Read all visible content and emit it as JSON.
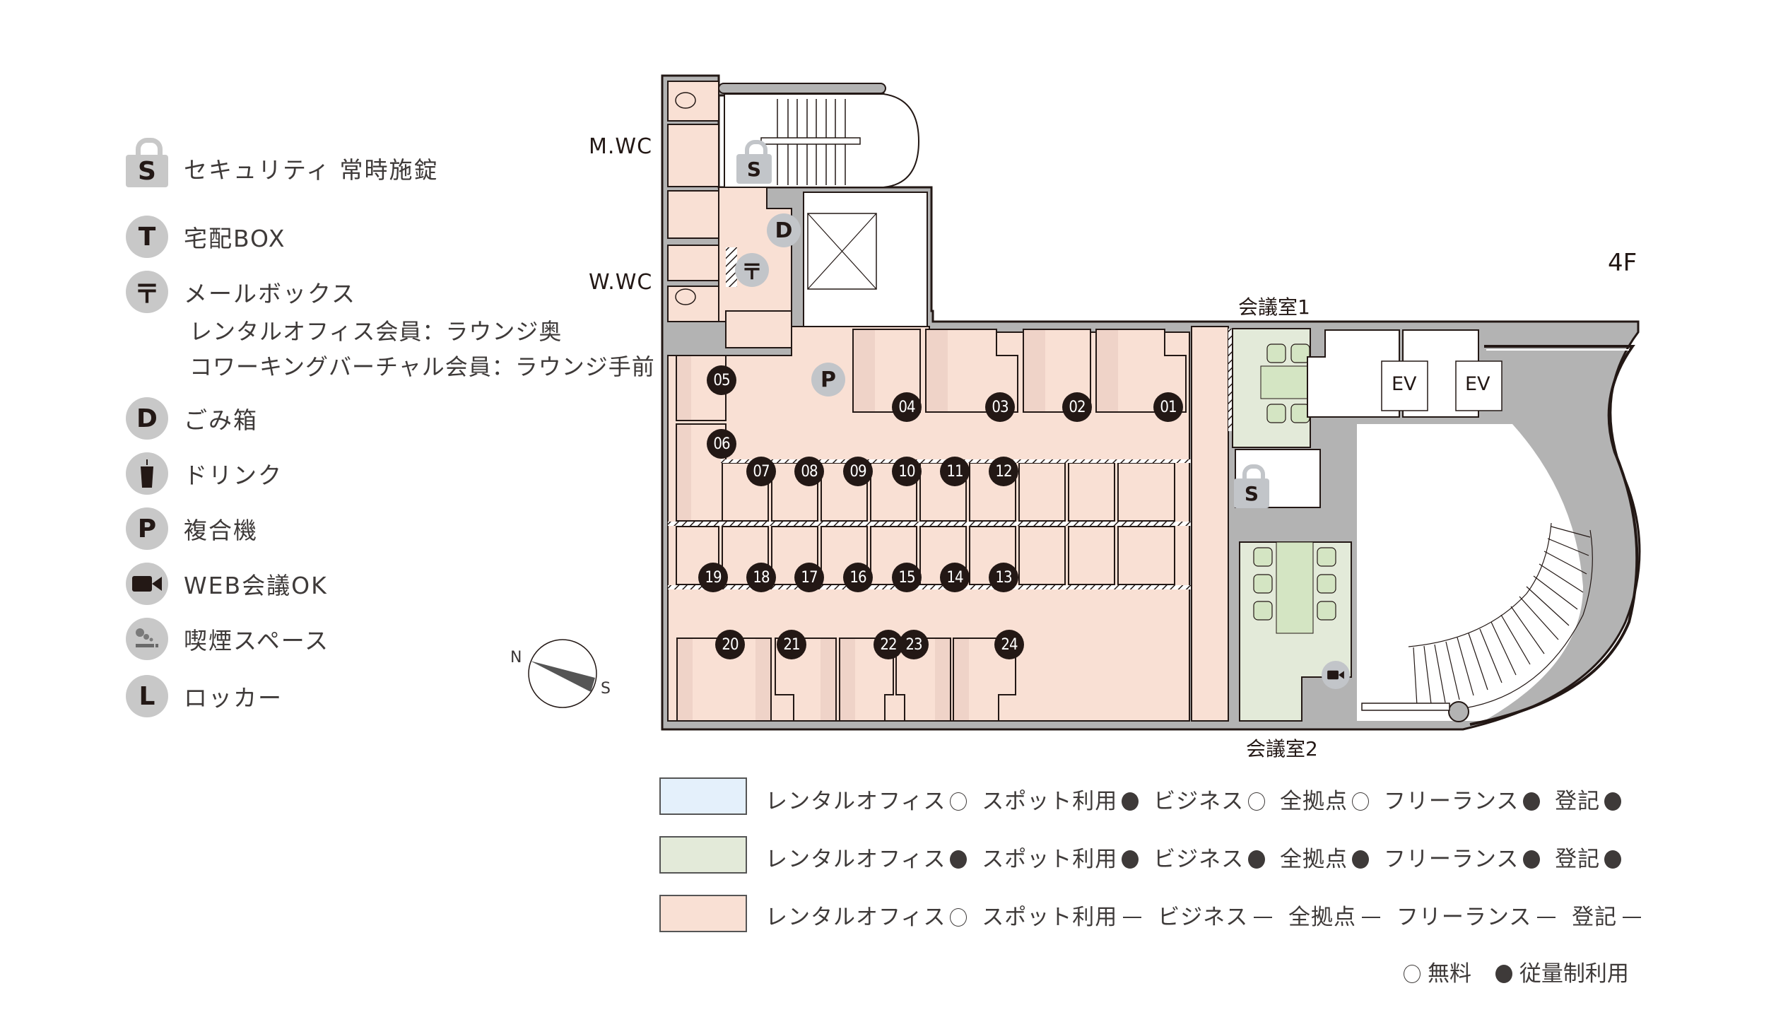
{
  "floor_label": "4F",
  "legend": {
    "items": [
      {
        "icon": "lock-s-icon",
        "glyph": "S",
        "label": "セキュリティ 常時施錠"
      },
      {
        "icon": "delivery-box-icon",
        "glyph": "T",
        "label": "宅配BOX"
      },
      {
        "icon": "mailbox-icon",
        "glyph": "〒",
        "label": "メールボックス",
        "sub": [
          "レンタルオフィス会員：ラウンジ奥",
          "コワーキングバーチャル会員：ラウンジ手前"
        ]
      },
      {
        "icon": "trash-icon",
        "glyph": "D",
        "label": "ごみ箱"
      },
      {
        "icon": "drink-icon",
        "glyph": "cup",
        "label": "ドリンク"
      },
      {
        "icon": "printer-icon",
        "glyph": "P",
        "label": "複合機"
      },
      {
        "icon": "video-camera-icon",
        "glyph": "cam",
        "label": "WEB会議OK"
      },
      {
        "icon": "smoking-icon",
        "glyph": "smoke",
        "label": "喫煙スペース"
      },
      {
        "icon": "locker-icon",
        "glyph": "L",
        "label": "ロッカー"
      }
    ]
  },
  "compass": {
    "north": "N",
    "south": "S"
  },
  "plan": {
    "labels": {
      "mens_wc": "M.WC",
      "womens_wc": "W.WC",
      "meeting_room_1": "会議室1",
      "meeting_room_2": "会議室2",
      "elevator": "EV"
    },
    "booths": [
      "01",
      "02",
      "03",
      "04",
      "05",
      "06",
      "07",
      "08",
      "09",
      "10",
      "11",
      "12",
      "13",
      "14",
      "15",
      "16",
      "17",
      "18",
      "19",
      "20",
      "21",
      "22",
      "23",
      "24"
    ],
    "markers": {
      "security": "S",
      "trash": "D",
      "mailbox": "〒",
      "printer": "P"
    }
  },
  "usage_legend": {
    "rows": [
      {
        "color": "#e4f0fb",
        "items": [
          {
            "label": "レンタルオフィス",
            "mark": "free"
          },
          {
            "label": "スポット利用",
            "mark": "paid"
          },
          {
            "label": "ビジネス",
            "mark": "free"
          },
          {
            "label": "全拠点",
            "mark": "free"
          },
          {
            "label": "フリーランス",
            "mark": "paid"
          },
          {
            "label": "登記",
            "mark": "paid"
          }
        ]
      },
      {
        "color": "#e3ead9",
        "items": [
          {
            "label": "レンタルオフィス",
            "mark": "paid"
          },
          {
            "label": "スポット利用",
            "mark": "paid"
          },
          {
            "label": "ビジネス",
            "mark": "paid"
          },
          {
            "label": "全拠点",
            "mark": "paid"
          },
          {
            "label": "フリーランス",
            "mark": "paid"
          },
          {
            "label": "登記",
            "mark": "paid"
          }
        ]
      },
      {
        "color": "#f9e0d4",
        "items": [
          {
            "label": "レンタルオフィス",
            "mark": "free"
          },
          {
            "label": "スポット利用",
            "mark": "none"
          },
          {
            "label": "ビジネス",
            "mark": "none"
          },
          {
            "label": "全拠点",
            "mark": "none"
          },
          {
            "label": "フリーランス",
            "mark": "none"
          },
          {
            "label": "登記",
            "mark": "none"
          }
        ]
      }
    ],
    "key": {
      "free": "無料",
      "paid": "従量制利用"
    }
  },
  "colors": {
    "office": "#f9e0d4",
    "desk": "#efd3c8",
    "wall": "#b3b3b3",
    "meeting": "#e3ead9",
    "meeting_table": "#d4e5c3",
    "line": "#231815"
  }
}
